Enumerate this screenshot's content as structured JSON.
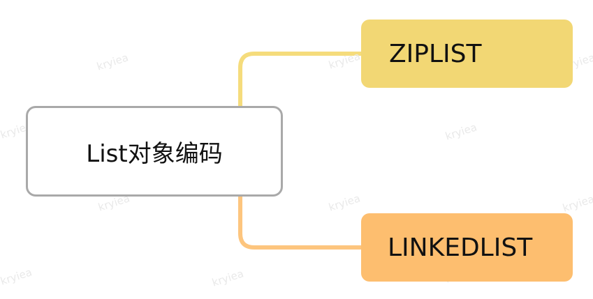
{
  "diagram": {
    "root": {
      "label": "List对象编码"
    },
    "children": [
      {
        "label": "ZIPLIST",
        "color": "#f2d774",
        "connector_color": "#f5dc7c"
      },
      {
        "label": "LINKEDLIST",
        "color": "#fdbe6f",
        "connector_color": "#fdc57e"
      }
    ],
    "root_border_color": "#a9a9a9"
  },
  "watermark": {
    "text": "kryiea"
  }
}
